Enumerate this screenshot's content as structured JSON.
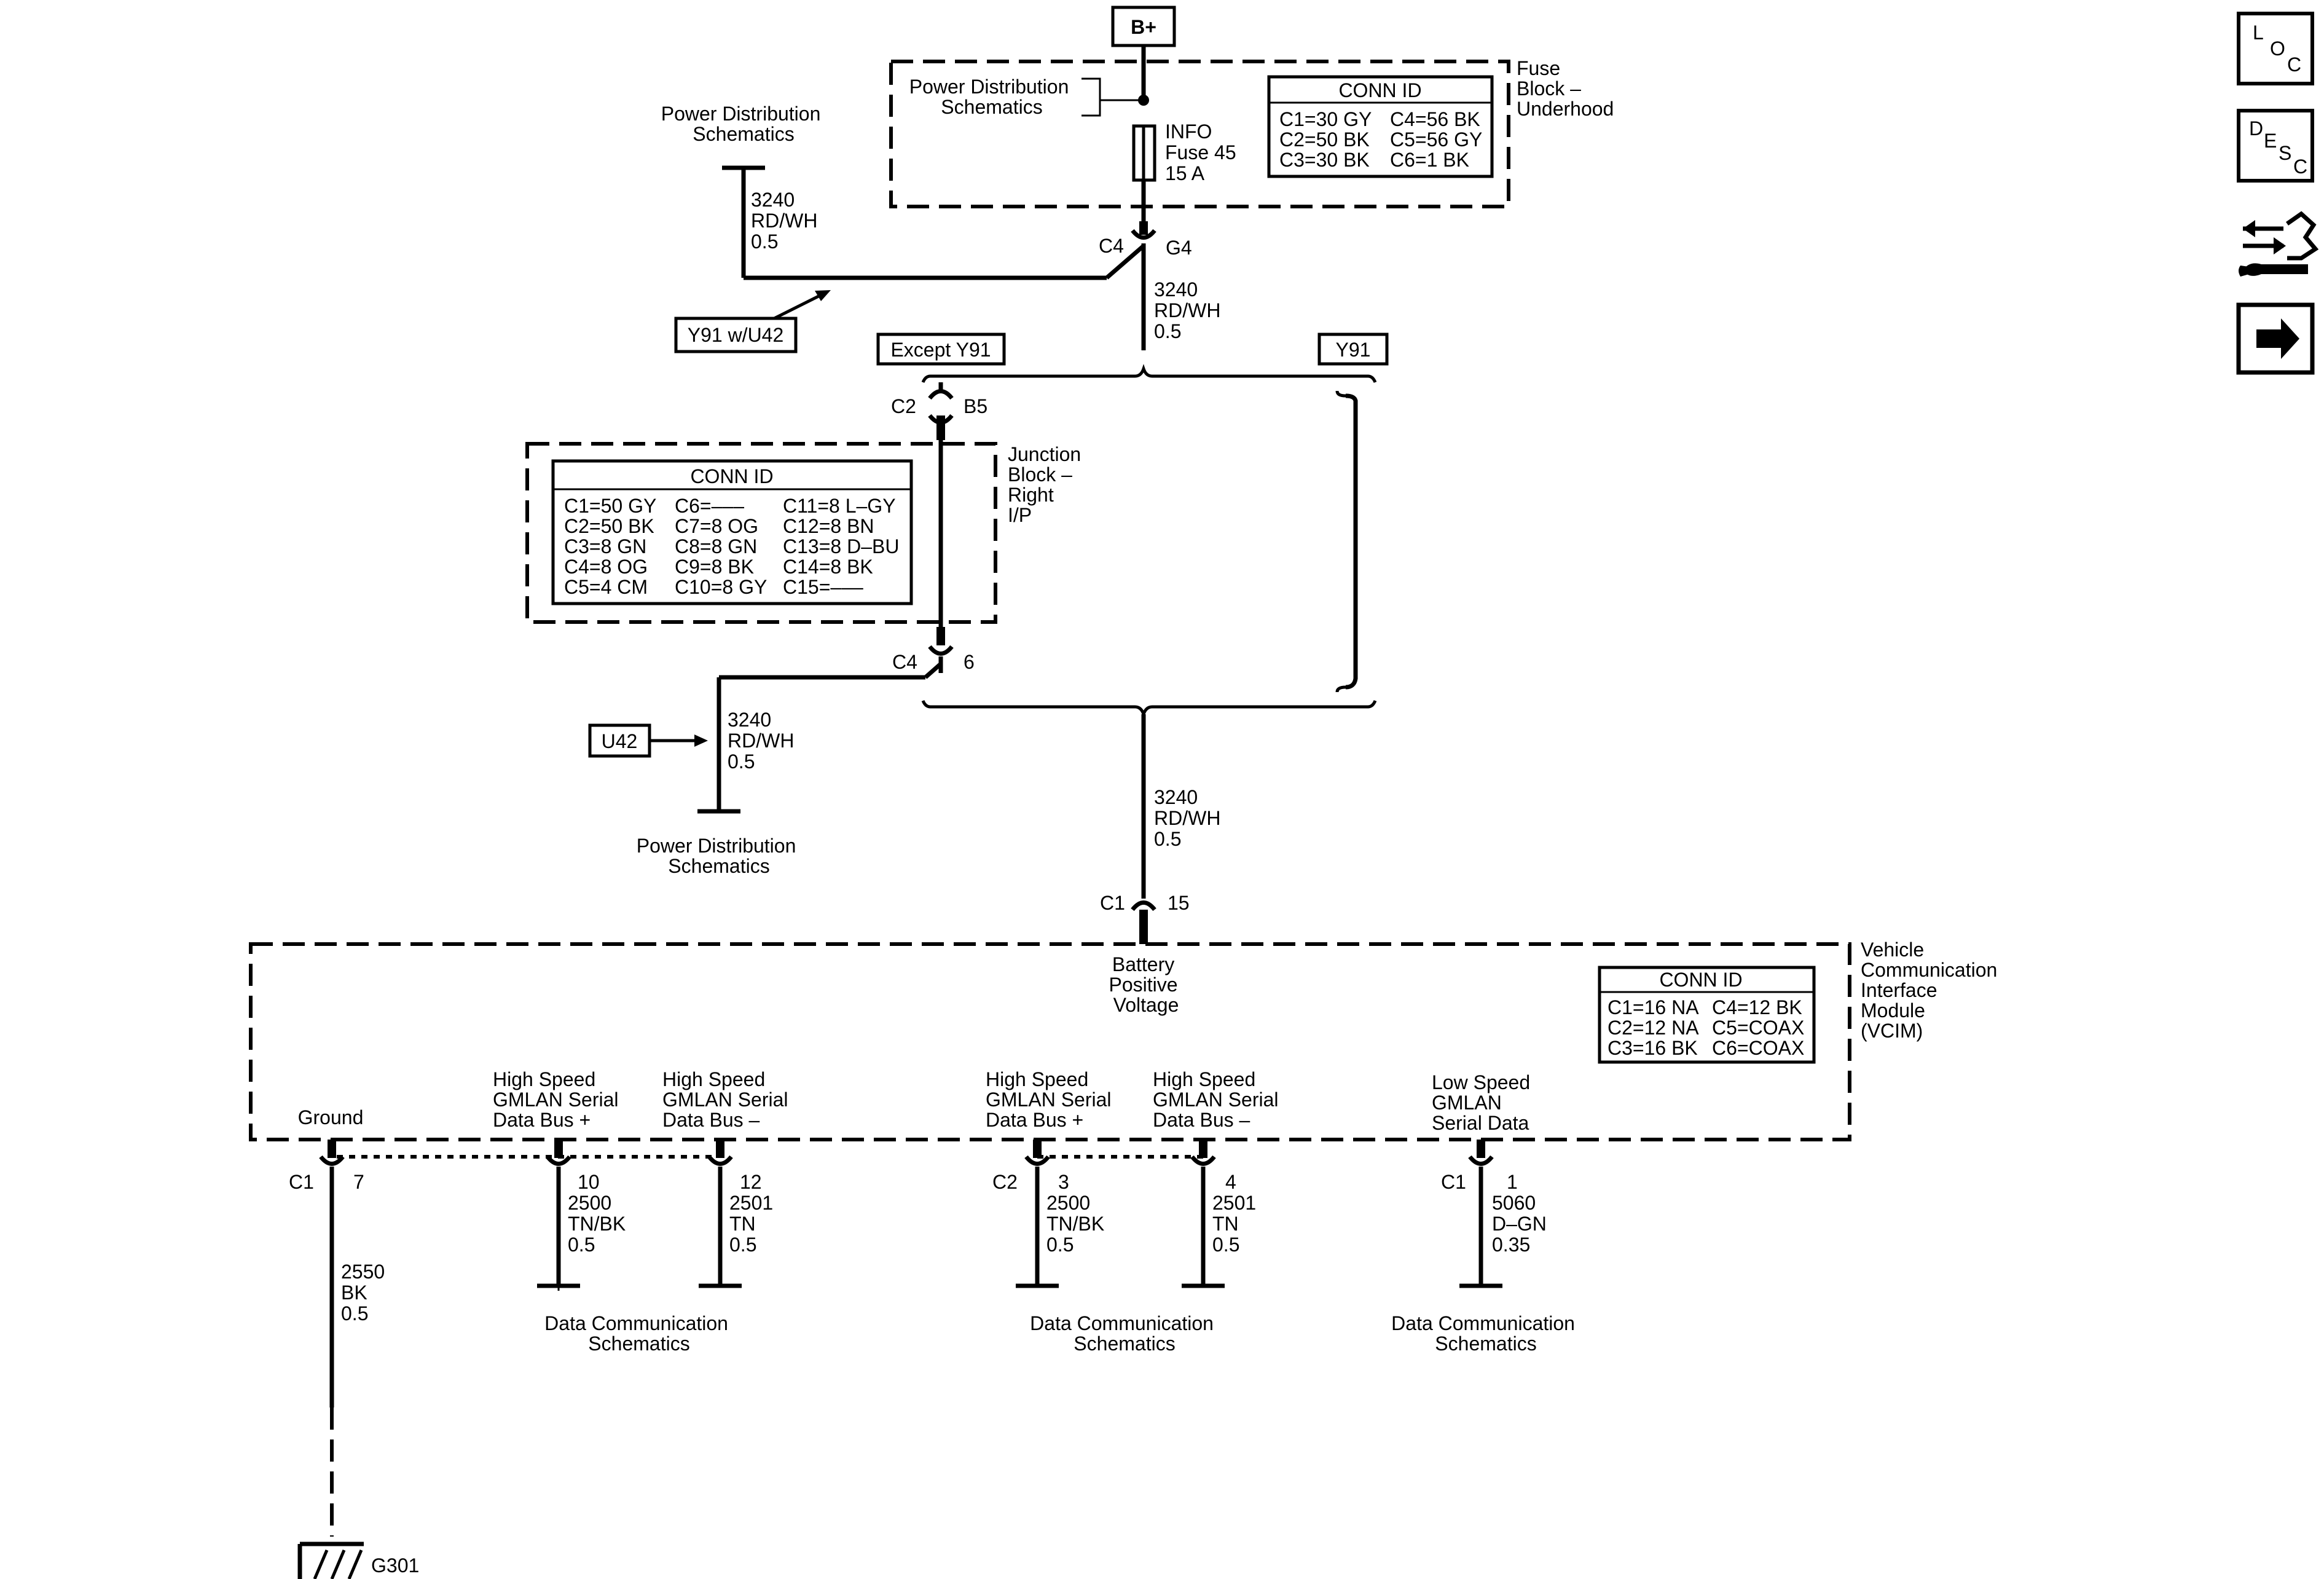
{
  "power_source": "B+",
  "fuse_block": {
    "name": [
      "Fuse",
      "Block –",
      "Underhood"
    ],
    "pd_schematics": [
      "Power Distribution",
      "Schematics"
    ],
    "info": "INFO",
    "fuse_name": "Fuse 45",
    "fuse_rating": "15 A",
    "conn_title": "CONN ID",
    "conn_col1": [
      "C1=30 GY",
      "C2=50 BK",
      "C3=30 BK"
    ],
    "conn_col2": [
      "C4=56 BK",
      "C5=56 GY",
      "C6=1 BK"
    ],
    "out_connector": "C4",
    "out_pin": "G4"
  },
  "left_branch": {
    "pd_schematics": [
      "Power Distribution",
      "Schematics"
    ],
    "wire": [
      "3240",
      "RD/WH",
      "0.5"
    ],
    "option": "Y91 w/U42"
  },
  "main_wire_1": [
    "3240",
    "RD/WH",
    "0.5"
  ],
  "options": {
    "except": "Except Y91",
    "y91": "Y91"
  },
  "junction_block": {
    "name": [
      "Junction",
      "Block –",
      "Right",
      "I/P"
    ],
    "in_connector": "C2",
    "in_pin": "B5",
    "out_connector": "C4",
    "out_pin": "6",
    "conn_title": "CONN ID",
    "conn_col1": [
      "C1=50 GY",
      "C2=50 BK",
      "C3=8 GN",
      "C4=8 OG",
      "C5=4 CM"
    ],
    "conn_col2": [
      "C6=–––",
      "C7=8 OG",
      "C8=8 GN",
      "C9=8 BK",
      "C10=8 GY"
    ],
    "conn_col3": [
      "C11=8 L–GY",
      "C12=8 BN",
      "C13=8 D–BU",
      "C14=8 BK",
      "C15=–––"
    ]
  },
  "u42_branch": {
    "option": "U42",
    "wire": [
      "3240",
      "RD/WH",
      "0.5"
    ],
    "pd_schematics": [
      "Power Distribution",
      "Schematics"
    ]
  },
  "main_wire_2": [
    "3240",
    "RD/WH",
    "0.5"
  ],
  "vcim": {
    "name": [
      "Vehicle",
      "Communication",
      "Interface",
      "Module",
      "(VCIM)"
    ],
    "in_connector": "C1",
    "in_pin": "15",
    "battery_label": [
      "Battery",
      "Positive",
      "Voltage"
    ],
    "conn_title": "CONN ID",
    "conn_col1": [
      "C1=16 NA",
      "C2=12 NA",
      "C3=16 BK"
    ],
    "conn_col2": [
      "C4=12 BK",
      "C5=COAX",
      "C6=COAX"
    ],
    "ground_label": "Ground",
    "hs_plus_1": [
      "High Speed",
      "GMLAN Serial",
      "Data Bus +"
    ],
    "hs_minus_1": [
      "High Speed",
      "GMLAN Serial",
      "Data Bus –"
    ],
    "hs_plus_2": [
      "High Speed",
      "GMLAN Serial",
      "Data Bus +"
    ],
    "hs_minus_2": [
      "High Speed",
      "GMLAN Serial",
      "Data Bus –"
    ],
    "ls_label": [
      "Low Speed",
      "GMLAN",
      "Serial Data"
    ]
  },
  "pins": {
    "ground": {
      "connector": "C1",
      "pin": "7",
      "wire": [
        "2550",
        "BK",
        "0.5"
      ]
    },
    "hs_plus_1": {
      "pin": "10",
      "wire": [
        "2500",
        "TN/BK",
        "0.5"
      ]
    },
    "hs_minus_1": {
      "pin": "12",
      "wire": [
        "2501",
        "TN",
        "0.5"
      ]
    },
    "hs_plus_2": {
      "connector": "C2",
      "pin": "3",
      "wire": [
        "2500",
        "TN/BK",
        "0.5"
      ]
    },
    "hs_minus_2": {
      "pin": "4",
      "wire": [
        "2501",
        "TN",
        "0.5"
      ]
    },
    "ls": {
      "connector": "C1",
      "pin": "1",
      "wire": [
        "5060",
        "D–GN",
        "0.35"
      ]
    }
  },
  "data_comm_1": [
    "Data Communication",
    "Schematics"
  ],
  "data_comm_2": [
    "Data Communication",
    "Schematics"
  ],
  "data_comm_3": [
    "Data Communication",
    "Schematics"
  ],
  "ground_id": "G301",
  "side_icons": {
    "loc": [
      "L",
      "O",
      "C"
    ],
    "desc": [
      "D",
      "E",
      "S",
      "C"
    ]
  }
}
